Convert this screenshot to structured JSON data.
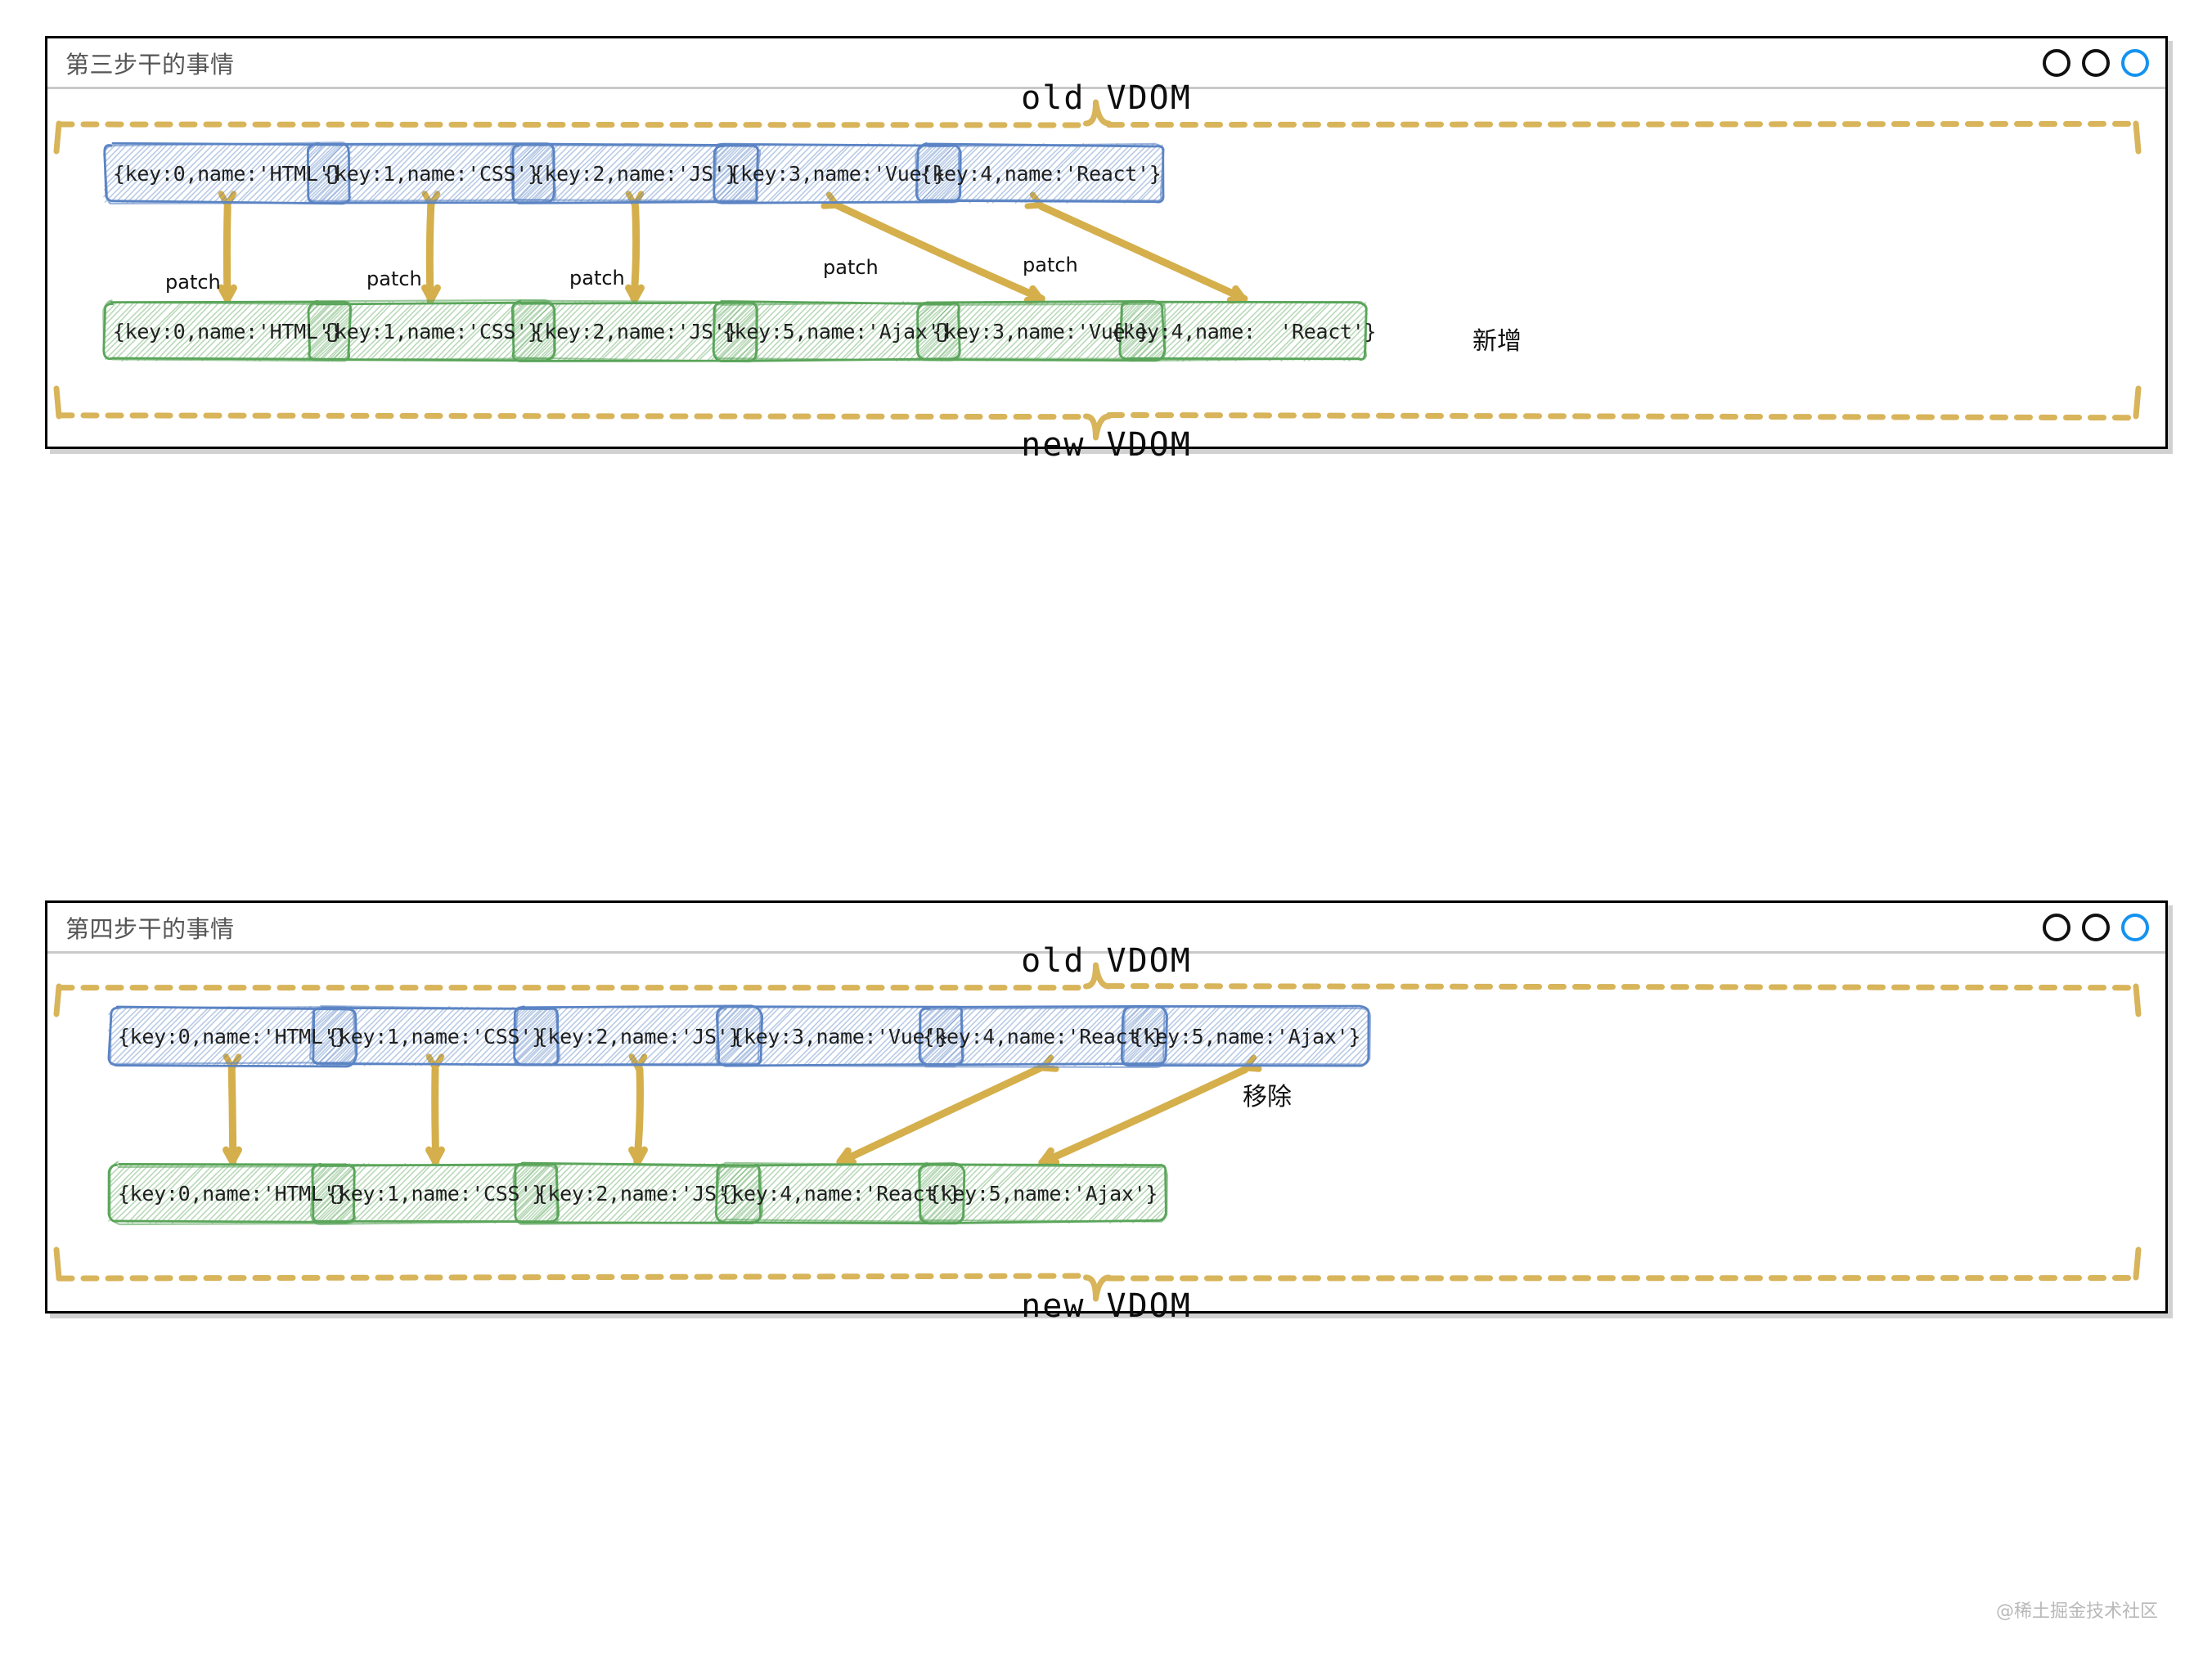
{
  "panels": [
    {
      "title": "第三步干的事情",
      "window_controls": [
        {
          "name": "minimize-dot",
          "color": "#111111"
        },
        {
          "name": "maximize-dot",
          "color": "#111111"
        },
        {
          "name": "close-dot",
          "color": "#1592f0"
        }
      ],
      "top_label": "old VDOM",
      "bottom_label": "new VDOM",
      "old_nodes": [
        {
          "text": "{key:0,name:'HTML'}"
        },
        {
          "text": "{key:1,name:'CSS'}"
        },
        {
          "text": "{key:2,name:'JS'}"
        },
        {
          "text": "{key:3,name:'Vue'}"
        },
        {
          "text": "{key:4,name:'React'}"
        }
      ],
      "new_nodes": [
        {
          "text": "{key:0,name:'HTML'}"
        },
        {
          "text": "{key:1,name:'CSS'}"
        },
        {
          "text": "{key:2,name:'JS'}"
        },
        {
          "text": "{key:5,name:'Ajax'}"
        },
        {
          "text": "{key:3,name:'Vue'}"
        },
        {
          "text": "{key:4,name:  'React'}"
        }
      ],
      "edge_labels": [
        "patch",
        "patch",
        "patch",
        "patch",
        "patch"
      ],
      "annotation": "新增"
    },
    {
      "title": "第四步干的事情",
      "window_controls": [
        {
          "name": "minimize-dot",
          "color": "#111111"
        },
        {
          "name": "maximize-dot",
          "color": "#111111"
        },
        {
          "name": "close-dot",
          "color": "#1592f0"
        }
      ],
      "top_label": "old VDOM",
      "bottom_label": "new VDOM",
      "old_nodes": [
        {
          "text": "{key:0,name:'HTML'}"
        },
        {
          "text": "{key:1,name:'CSS'}"
        },
        {
          "text": "{key:2,name:'JS'}"
        },
        {
          "text": "{key:3,name:'Vue'}"
        },
        {
          "text": "{key:4,name:'React'}"
        },
        {
          "text": "{key:5,name:'Ajax'}"
        }
      ],
      "new_nodes": [
        {
          "text": "{key:0,name:'HTML'}"
        },
        {
          "text": "{key:1,name:'CSS'}"
        },
        {
          "text": "{key:2,name:'JS'}"
        },
        {
          "text": "{key:4,name:'React'}"
        },
        {
          "text": "{key:5,name:'Ajax'}"
        }
      ],
      "edge_labels": [],
      "annotation": "移除"
    }
  ],
  "watermark": "@稀土掘金技术社区",
  "colors": {
    "old_node_stroke": "#5b84c4",
    "old_node_fill": "#ccddf2",
    "new_node_stroke": "#5aa55a",
    "new_node_fill": "#cfe6cf",
    "edge": "#d4af4b",
    "bracket": "#dcb council",
    "accent_blue": "#1592f0"
  }
}
